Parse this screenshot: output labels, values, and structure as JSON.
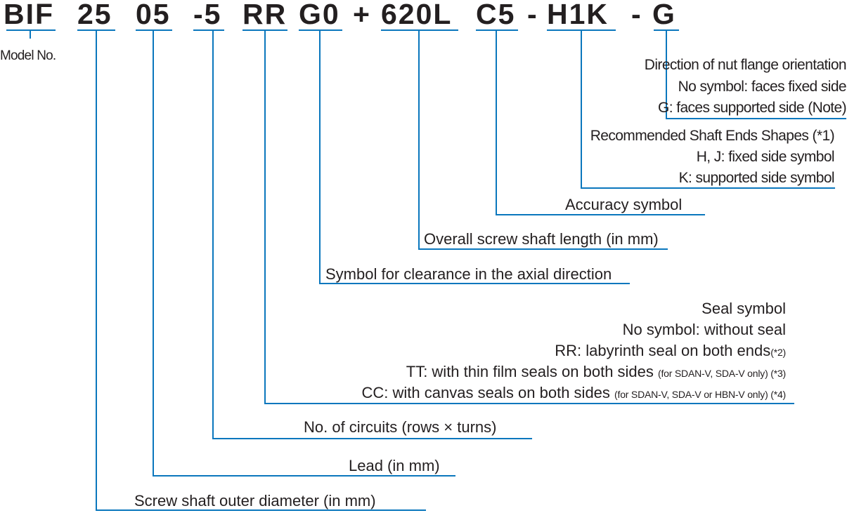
{
  "model_code": {
    "segments": [
      "BIF",
      "25",
      "05",
      "-5",
      "RR",
      "G0",
      "+",
      "620L",
      "C5",
      "-",
      "H1K",
      "-",
      "G"
    ]
  },
  "labels": {
    "model_no": "Model No.",
    "nut_direction": {
      "title": "Direction of nut flange orientation",
      "line1": "No symbol: faces fixed side",
      "line2": "G: faces supported side (Note)"
    },
    "shaft_ends": {
      "title": "Recommended Shaft Ends Shapes (*1)",
      "line1": "H, J: fixed side symbol",
      "line2": "K: supported side symbol"
    },
    "accuracy": "Accuracy symbol",
    "overall_length": "Overall screw shaft length (in mm)",
    "clearance": "Symbol for clearance in the axial direction",
    "seal": {
      "title": "Seal symbol",
      "line1": "No symbol: without seal",
      "line2_main": "RR: labyrinth seal on both ends",
      "line2_note": "(*2)",
      "line3_main": "TT: with thin film seals on both sides",
      "line3_note": "(for SDAN-V, SDA-V only)",
      "line3_ref": " (*3)",
      "line4_main": "CC: with canvas seals on both sides",
      "line4_note": "(for SDAN-V, SDA-V or HBN-V only)",
      "line4_ref": " (*4)"
    },
    "circuits": "No. of circuits (rows × turns)",
    "lead": "Lead (in mm)",
    "outer_diameter": "Screw shaft outer diameter (in mm)"
  },
  "colors": {
    "leader_line": "#0a77bd",
    "text": "#231f20"
  }
}
